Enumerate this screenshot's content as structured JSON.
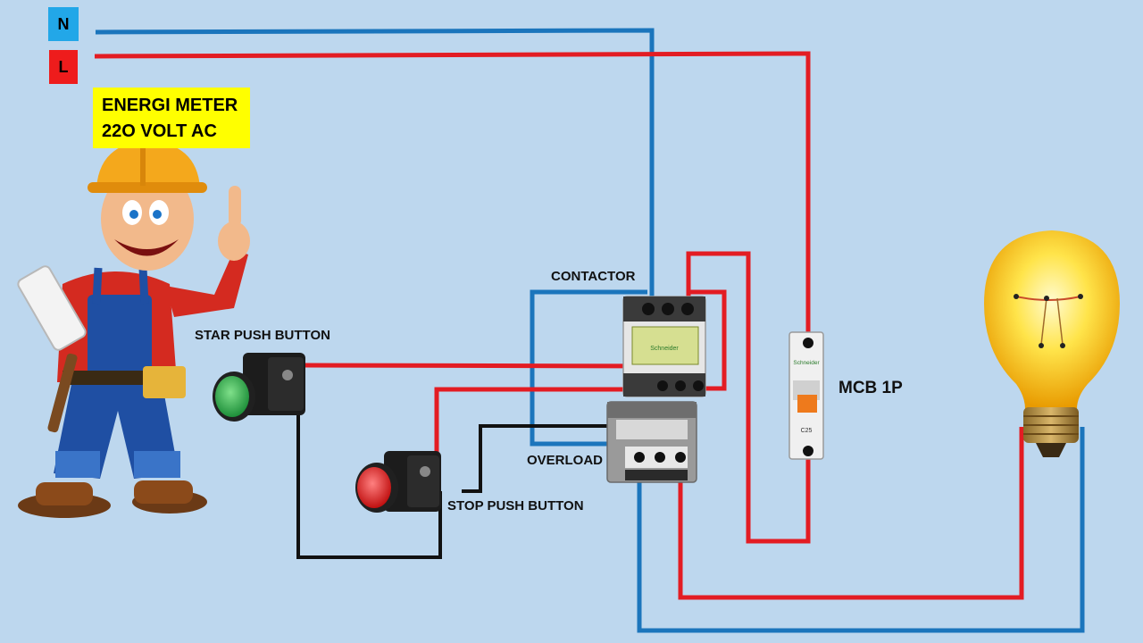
{
  "supply": {
    "neutral_label": "N",
    "line_label": "L"
  },
  "energy_meter": {
    "line1": "ENERGI METER",
    "line2": "22O VOLT AC"
  },
  "components": {
    "star_button": "STAR PUSH BUTTON",
    "contactor": "CONTACTOR",
    "overload": "OVERLOAD",
    "stop_button": "STOP PUSH BUTTON",
    "mcb": "MCB 1P"
  },
  "device_marks": {
    "brand": "Schneider",
    "mcb_rating": "C25"
  },
  "colors": {
    "background": "#bdd7ee",
    "neutral_wire": "#1b75bc",
    "line_wire": "#e31c23",
    "control_wire": "#111111",
    "start_button": "#2fa84f",
    "stop_button": "#e02020",
    "bulb": "#ffd21f"
  },
  "icons": {
    "worker": "electrician-cartoon-icon",
    "bulb": "light-bulb-icon"
  }
}
